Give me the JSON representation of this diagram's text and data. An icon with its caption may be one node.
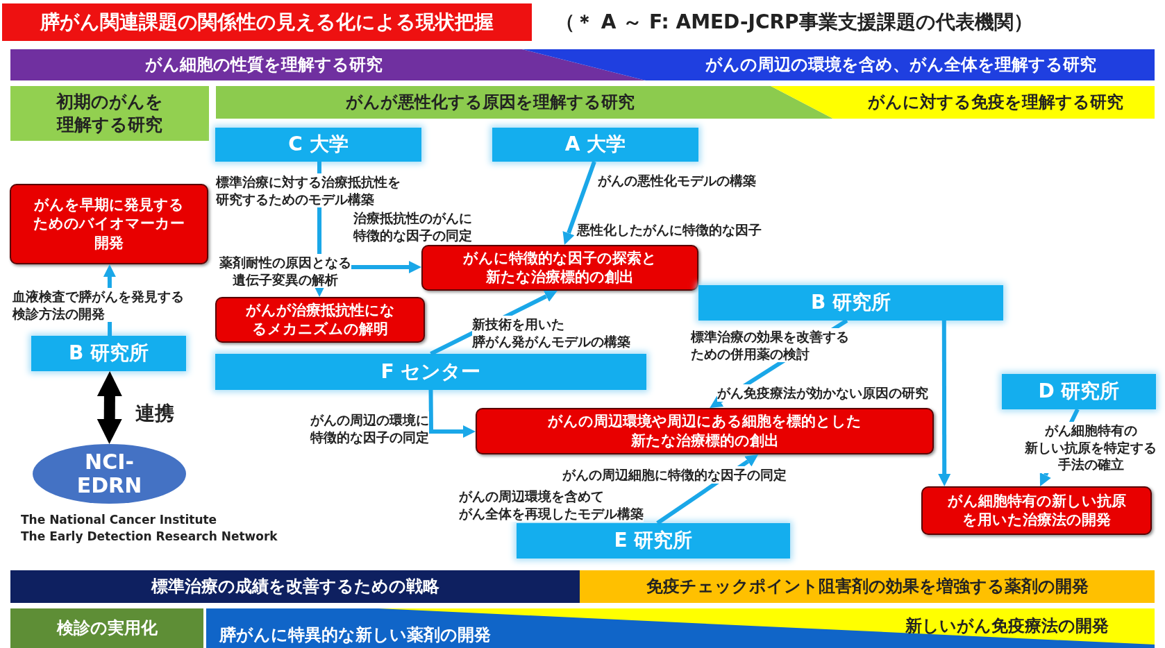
{
  "diagram": {
    "title": "膵がん関連課題の関係性の見える化による現状把握",
    "nodes": [
      {
        "text": [
          "がん細胞の性質を理解する研究"
        ]
      },
      {
        "text": [
          "がんの周辺の環境を含め、がん全体を理解する研究"
        ]
      },
      {
        "text": [
          "初期のがんを理解する研究"
        ]
      },
      {
        "text": [
          "がんが悪性化する原因を理解する研究"
        ]
      },
      {
        "text": [
          "がんに対する免疫を理解する研究"
        ]
      },
      {
        "text": [
          "C 大学"
        ]
      },
      {
        "text": [
          "A 大学"
        ]
      },
      {
        "text": [
          "がんを早期に発見するためのバイオマーカー開発"
        ]
      },
      {
        "text": [
          "がんに特徴的な因子の探索と新たな治療標的の創出"
        ]
      },
      {
        "text": [
          "B 研究所"
        ]
      },
      {
        "text": [
          "がんが治療抵抗性になるメカニズムの解明"
        ]
      },
      {
        "text": [
          "B 研究所"
        ]
      },
      {
        "text": [
          "F センター"
        ]
      },
      {
        "text": [
          "D 研究所"
        ]
      },
      {
        "text": [
          "がんの周辺環境や周辺にある細胞を標的とした新たな治療標的の創出"
        ]
      },
      {
        "text": [
          "NCI-EDRN"
        ],
        "beside": [
          "The National Cancer Institute",
          "The Early Detection Research Network"
        ]
      },
      {
        "text": [
          "がん細胞特有の新しい抗原を用いた治療法の開発"
        ]
      },
      {
        "text": [
          "E 研究所"
        ]
      },
      {
        "text": [
          "標準治療の成績を改善するための戦略"
        ]
      },
      {
        "text": [
          "免疫チェックポイント阻害剤の効果を増強する薬剤の開発"
        ]
      },
      {
        "text": [
          "検診の実用化"
        ]
      },
      {
        "text": [
          "膵がんに特異的な新しい薬剤の開発"
        ]
      },
      {
        "text": [
          "新しいがん免疫療法の開発"
        ],
        "in": 21
      }
    ],
    "edges": [
      {
        "from": 5,
        "to": 10,
        "arrow": "to",
        "label": "薬剤耐性の原因となる遺伝子変異の解析"
      },
      {
        "from": 5,
        "to": 8,
        "arrow": "to",
        "label": "治療抵抗性のがんに特徴的な因子の同定"
      },
      {
        "from": 6,
        "to": 8,
        "arrow": "to",
        "label": "がんの悪性化モデルの構築"
      },
      {
        "from": 11,
        "to": 7,
        "arrow": "to",
        "label": "血液検査で膵がんを発見する検診方法の開発"
      },
      {
        "from": 11,
        "to": 15,
        "arrow": "both",
        "label": "連携",
        "style": "thick",
        "color": "#000000"
      },
      {
        "from": 12,
        "to": 8,
        "arrow": "to",
        "label": "新技術を用いた膵がん発がんモデルの構築"
      },
      {
        "from": 12,
        "to": 14,
        "arrow": "to",
        "label": "がんの周辺の環境に特徴的な因子の同定"
      },
      {
        "from": 9,
        "to": 14,
        "arrow": "to",
        "label": "がん免疫療法が効かない原因の研究"
      },
      {
        "from": 9,
        "to": 16,
        "arrow": "to"
      },
      {
        "from": 13,
        "to": 16,
        "arrow": "to",
        "label": "がん細胞特有の新しい抗原を特定する手法の確立"
      },
      {
        "from": 17,
        "to": 14,
        "arrow": "to",
        "label": "がんの周辺環境を含めてがん全体を再現したモデル構築"
      }
    ],
    "labels": [
      "（＊ A ～ F: AMED-JCRP事業支援課題の代表機関）",
      "標準治療に対する治療抵抗性を研究するためのモデル構築",
      "悪性化したがんに特徴的な因子",
      "標準治療の効果を改善するための併用薬の検討",
      "がんの周辺細胞に特徴的な因子の同定"
    ]
  }
}
